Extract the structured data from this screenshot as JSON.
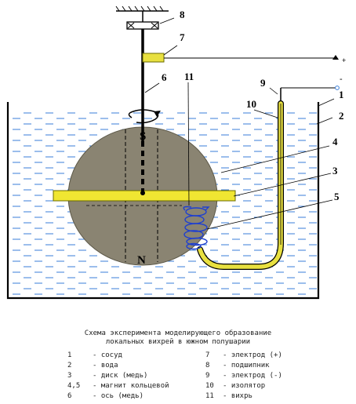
{
  "diagram": {
    "labels": {
      "n1": "1",
      "n2": "2",
      "n3": "3",
      "n4": "4",
      "n5": "5",
      "n6": "6",
      "n7": "7",
      "n8": "8",
      "n9": "9",
      "n10": "10",
      "n11": "11"
    },
    "poles": {
      "south": "S",
      "north": "N"
    },
    "signs": {
      "minus": "-",
      "plus": "+"
    }
  },
  "caption": {
    "line1": "Схема эксперимента моделирующего образование",
    "line2": "локальных вихрей в южном  полушарии"
  },
  "legend": {
    "left": [
      {
        "num": "1",
        "text": "- сосуд"
      },
      {
        "num": "2",
        "text": "- вода"
      },
      {
        "num": "3",
        "text": "- диск (медь)"
      },
      {
        "num": "4,5",
        "text": "- магнит кольцевой"
      },
      {
        "num": "6",
        "text": "- ось (медь)"
      }
    ],
    "right": [
      {
        "num": "7",
        "text": "- электрод (+)"
      },
      {
        "num": "8",
        "text": "- подшипник"
      },
      {
        "num": "9",
        "text": "- электрод (-)"
      },
      {
        "num": "10",
        "text": "- изолятор"
      },
      {
        "num": "11",
        "text": "- вихрь"
      }
    ]
  },
  "colors": {
    "water_lines": "#3a7ed8",
    "magnet": "#8a8472",
    "disk": "#f0e632",
    "insulator": "#e8e040",
    "vortex": "#1e3fd0",
    "shaft": "#000000"
  }
}
